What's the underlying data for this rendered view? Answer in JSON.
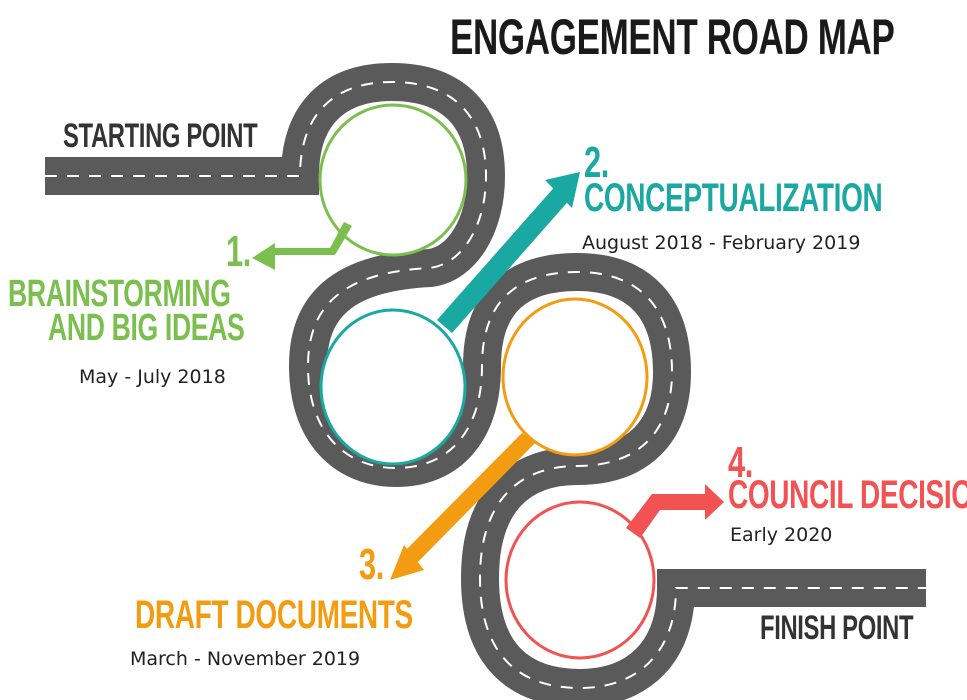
{
  "title": "ENGAGEMENT ROAD MAP",
  "start_label": "STARTING POINT",
  "finish_label": "FINISH POINT",
  "colors": {
    "road": "#555555",
    "road_dash": "#ffffff",
    "stage1": "#7bbf4e",
    "stage2": "#1aa9a2",
    "stage3": "#f39c12",
    "stage4": "#f25252"
  },
  "stages": [
    {
      "number": "1.",
      "title_line1": "BRAINSTORMING",
      "title_line2": "AND BIG IDEAS",
      "dates": "May - July 2018"
    },
    {
      "number": "2.",
      "title": "CONCEPTUALIZATION",
      "dates": "August 2018 - February 2019"
    },
    {
      "number": "3.",
      "title": "DRAFT DOCUMENTS",
      "dates": "March - November 2019"
    },
    {
      "number": "4.",
      "title": "COUNCIL DECISION",
      "dates": "Early 2020"
    }
  ]
}
